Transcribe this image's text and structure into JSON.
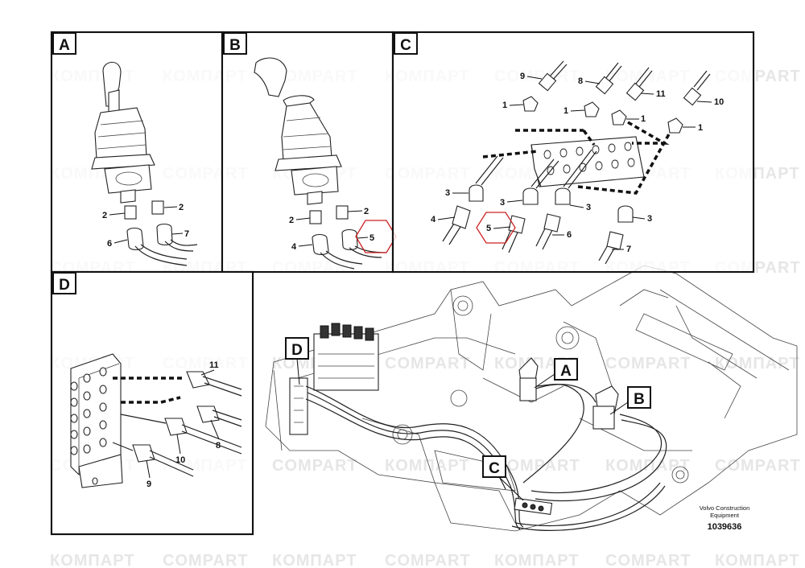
{
  "watermark": {
    "text_latin": "COMPART",
    "text_cyrillic": "КОМПАРТ"
  },
  "panels": [
    {
      "letter": "A"
    },
    {
      "letter": "B"
    },
    {
      "letter": "C"
    },
    {
      "letter": "D"
    }
  ],
  "main_view_labels": [
    "D",
    "A",
    "B",
    "C"
  ],
  "callouts": {
    "a": [
      "2",
      "2",
      "6",
      "7"
    ],
    "b": [
      "2",
      "2",
      "4",
      "5"
    ],
    "c": [
      "9",
      "8",
      "11",
      "10",
      "1",
      "1",
      "1",
      "1",
      "3",
      "3",
      "3",
      "3",
      "4",
      "5",
      "6",
      "7"
    ],
    "d": [
      "11",
      "8",
      "10",
      "9"
    ]
  },
  "highlight_color": "#cc2222",
  "footer": {
    "brand_line1": "Volvo Construction",
    "brand_line2": "Equipment",
    "doc_number": "1039636"
  }
}
